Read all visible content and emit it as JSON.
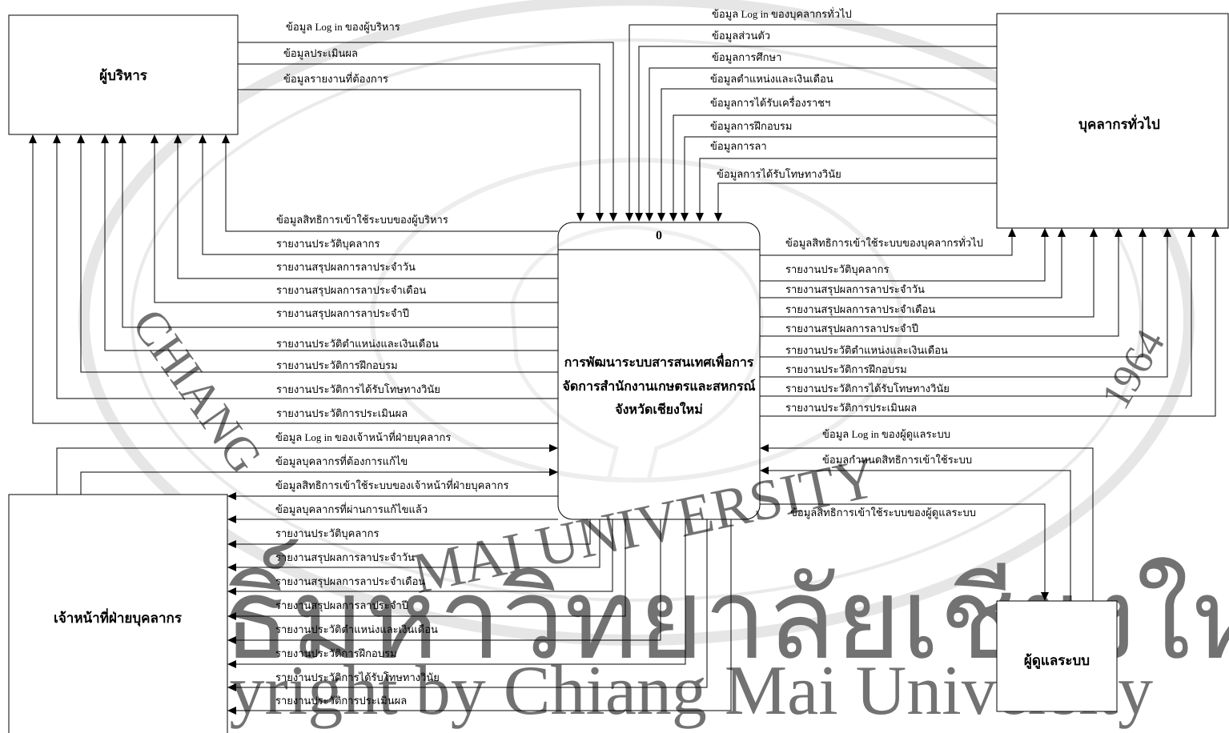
{
  "watermark": {
    "thai_line": "ลิขสิทธิ์มหาวิทยาลัยเชียงใหม่",
    "copyright_line": "Copyright by Chiang Mai University",
    "seal_bottom": "MAI UNIVERSITY",
    "seal_year": "1964",
    "seal_left": "CHIANG"
  },
  "entities": {
    "executive": "ผู้บริหาร",
    "general_staff": "บุคลากรทั่วไป",
    "hr_officer": "เจ้าหน้าที่ฝ่ายบุคลากร",
    "admin": "ผู้ดูแลระบบ"
  },
  "process": {
    "number": "0",
    "line1": "การพัฒนาระบบสารสนเทศเพื่อการ",
    "line2": "จัดการสำนักงานเกษตรและสหกรณ์",
    "line3": "จังหวัดเชียงใหม่"
  },
  "exec_in": [
    "ข้อมูล Log in ของผู้บริหาร",
    "ข้อมูลประเมินผล",
    "ข้อมูลรายงานที่ต้องการ"
  ],
  "staff_in": [
    "ข้อมูล Log in ของบุคลากรทั่วไป",
    "ข้อมูลส่วนตัว",
    "ข้อมูลการศึกษา",
    "ข้อมูลตำแหน่งและเงินเดือน",
    "ข้อมูลการได้รับเครื่องราชฯ",
    "ข้อมูลการฝึกอบรม",
    "ข้อมูลการลา",
    "ข้อมูลการได้รับโทษทางวินัย"
  ],
  "exec_out": [
    "ข้อมูลสิทธิการเข้าใช้ระบบของผู้บริหาร",
    "รายงานประวัติบุคลากร",
    "รายงานสรุปผลการลาประจำวัน",
    "รายงานสรุปผลการลาประจำเดือน",
    "รายงานสรุปผลการลาประจำปี",
    "รายงานประวัติตำแหน่งและเงินเดือน",
    "รายงานประวัติการฝึกอบรม",
    "รายงานประวัติการได้รับโทษทางวินัย",
    "รายงานประวัติการประเมินผล"
  ],
  "staff_out": [
    "ข้อมูลสิทธิการเข้าใช้ระบบของบุคลากรทั่วไป",
    "รายงานประวัติบุคลากร",
    "รายงานสรุปผลการลาประจำวัน",
    "รายงานสรุปผลการลาประจำเดือน",
    "รายงานสรุปผลการลาประจำปี",
    "รายงานประวัติตำแหน่งและเงินเดือน",
    "รายงานประวัติการฝึกอบรม",
    "รายงานประวัติการได้รับโทษทางวินัย",
    "รายงานประวัติการประเมินผล"
  ],
  "hr_in": [
    "ข้อมูล Log in ของเจ้าหน้าที่ฝ่ายบุคลากร",
    "ข้อมูลบุคลากรที่ต้องการแก้ไข"
  ],
  "hr_out": [
    "ข้อมูลสิทธิการเข้าใช้ระบบของเจ้าหน้าที่ฝ่ายบุคลากร",
    "ข้อมูลบุคลากรที่ผ่านการแก้ไขแล้ว",
    "รายงานประวัติบุคลากร",
    "รายงานสรุปผลการลาประจำวัน",
    "รายงานสรุปผลการลาประจำเดือน",
    "รายงานสรุปผลการลาประจำปี",
    "รายงานประวัติตำแหน่งและเงินเดือน",
    "รายงานประวัติการฝึกอบรม",
    "รายงานประวัติการได้รับโทษทางวินัย",
    "รายงานประวัติการประเมินผล"
  ],
  "admin_in": [
    "ข้อมูล Log in ของผู้ดูแลระบบ",
    "ข้อมูลกำหนดสิทธิการเข้าใช้ระบบ"
  ],
  "admin_out": [
    "ข้อมูลสิทธิการเข้าใช้ระบบของผู้ดูแลระบบ"
  ]
}
